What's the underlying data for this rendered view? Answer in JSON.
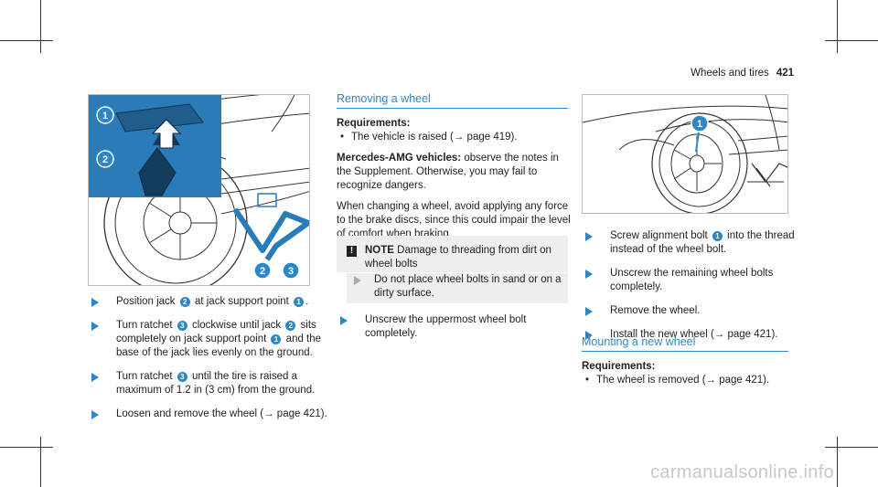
{
  "header": {
    "section": "Wheels and tires",
    "page_number": "421"
  },
  "left_steps": [
    {
      "parts": [
        "Position jack ",
        "2",
        " at jack support point ",
        "1",
        "."
      ]
    },
    {
      "parts": [
        "Turn ratchet ",
        "3",
        " clockwise until jack ",
        "2",
        " sits completely on jack support point ",
        "1",
        " and the base of the jack lies evenly on the ground."
      ]
    },
    {
      "parts": [
        "Turn ratchet ",
        "3",
        " until the tire is raised a maximum of 1.2 in (3 cm) from the ground."
      ]
    },
    {
      "parts": [
        "Loosen and remove the wheel (→ page 421)."
      ]
    }
  ],
  "removing": {
    "title": "Removing a wheel",
    "req_label": "Requirements:",
    "req_item": "The vehicle is raised (→ page 419).",
    "amg_label": "Mercedes-AMG vehicles:",
    "amg_text": " observe the notes in the Supplement. Otherwise, you may fail to recognize dangers.",
    "changing_text": "When changing a wheel, avoid applying any force to the brake discs, since this could impair the level of comfort when braking.",
    "note_label": "NOTE",
    "note_text": " Damage to threading from dirt on wheel bolts",
    "note_step": "Do not place wheel bolts in sand or on a dirty surface.",
    "unscrew_step": "Unscrew the uppermost wheel bolt completely."
  },
  "right_steps": [
    {
      "parts": [
        "Screw alignment bolt ",
        "1",
        " into the thread instead of the wheel bolt."
      ]
    },
    {
      "parts": [
        "Unscrew the remaining wheel bolts completely."
      ]
    },
    {
      "parts": [
        "Remove the wheel."
      ]
    },
    {
      "parts": [
        "Install the new wheel (→ page 421)."
      ]
    }
  ],
  "mounting": {
    "title": "Mounting a new wheel",
    "req_label": "Requirements:",
    "req_item": "The wheel is removed (→ page 421)."
  },
  "figure1": {
    "labels": [
      "1",
      "2",
      "2",
      "3"
    ]
  },
  "figure2": {
    "labels": [
      "1"
    ]
  },
  "watermark": "carmanualsonline.info",
  "colors": {
    "accent": "#2d86c5",
    "note_bg": "#eeeeee",
    "illustration_panel": "#2a7cb8"
  }
}
